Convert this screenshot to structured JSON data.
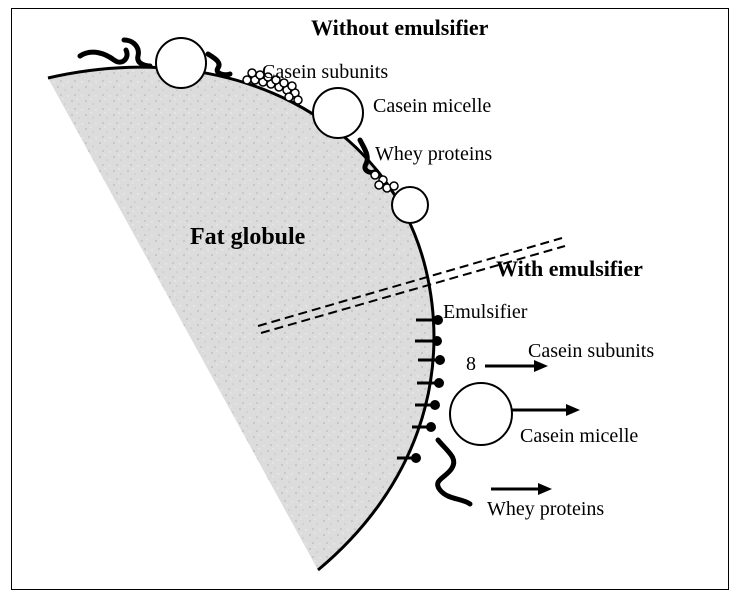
{
  "heading_without": "Without  emulsifier",
  "heading_with": "With  emulsifier",
  "fat_globule_label": "Fat globule",
  "without": {
    "casein_subunits": "Casein subunits",
    "casein_micelle": "Casein micelle",
    "whey_proteins": "Whey proteins"
  },
  "with": {
    "emulsifier": "Emulsifier",
    "casein_subunits": "Casein subunits",
    "casein_micelle": "Casein micelle",
    "whey_proteins": "Whey proteins",
    "subunit_glyph": "8"
  },
  "colors": {
    "globule_fill": "#dcdcdc",
    "stroke": "#000000"
  }
}
